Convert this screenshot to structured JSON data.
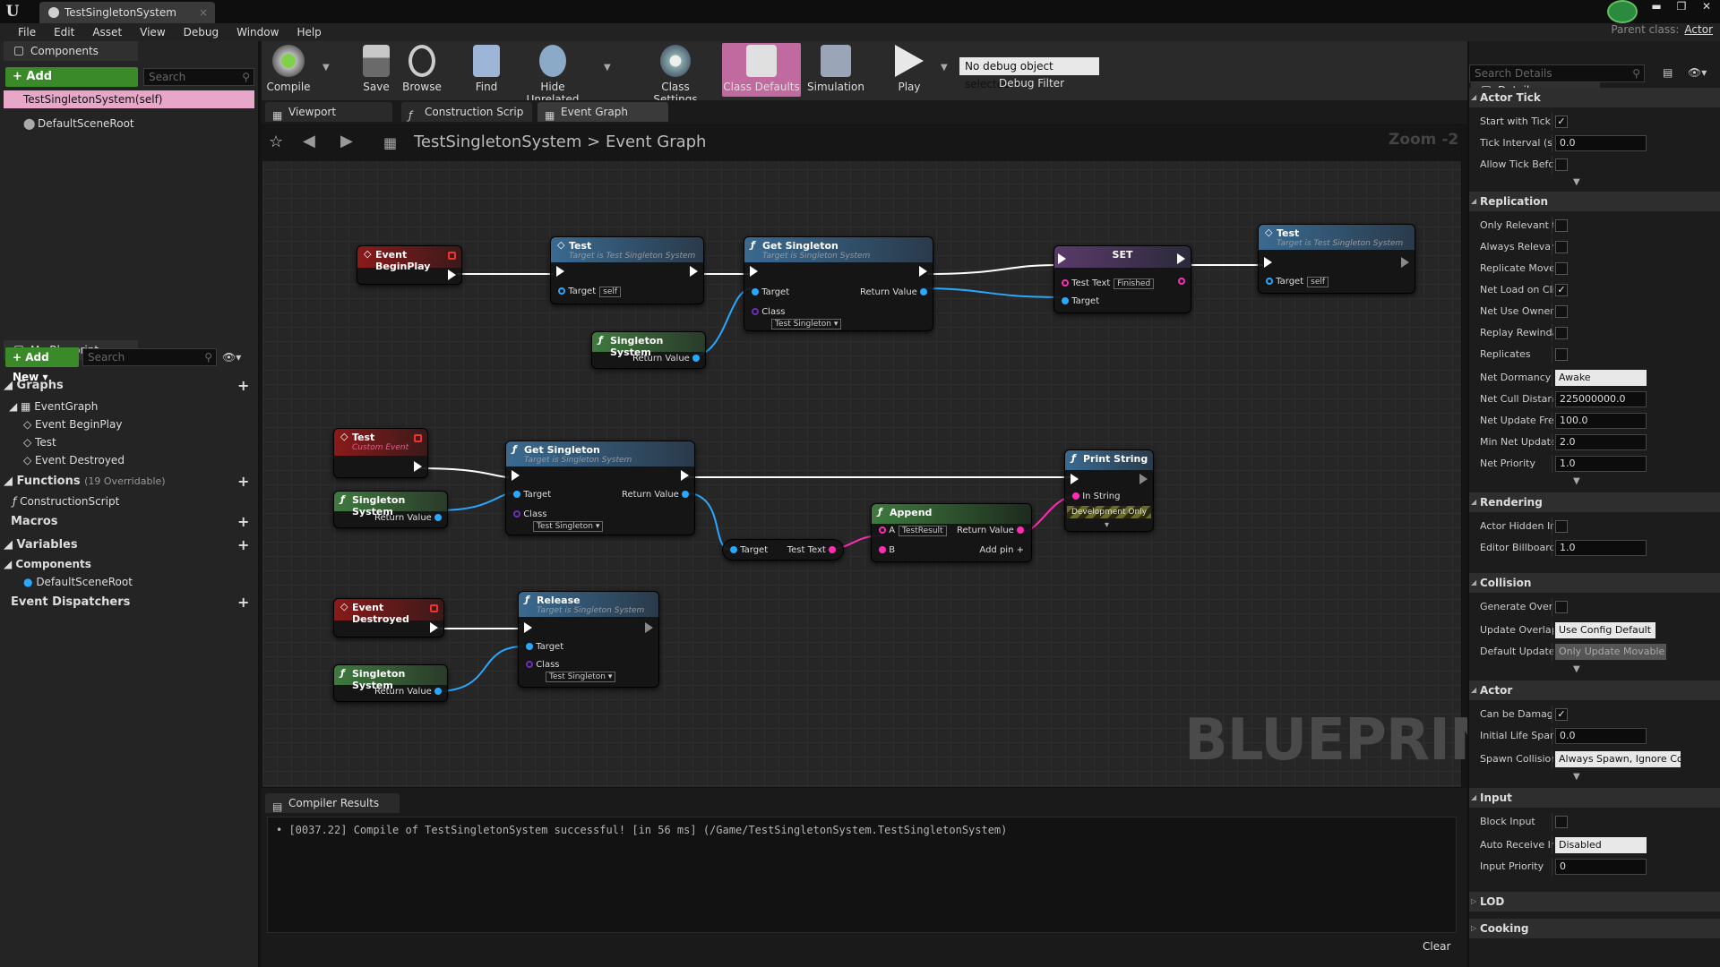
{
  "window": {
    "tab_title": "TestSingletonSystem",
    "parent_class_label": "Parent class:",
    "parent_class_value": "Actor",
    "controls": [
      "▬",
      "❐",
      "✕"
    ]
  },
  "menu": [
    "File",
    "Edit",
    "Asset",
    "View",
    "Debug",
    "Window",
    "Help"
  ],
  "components_panel": {
    "title": "Components",
    "add_button": "+ Add Component ▾",
    "search_placeholder": "Search",
    "items": [
      "TestSingletonSystem(self)",
      "DefaultSceneRoot"
    ]
  },
  "my_blueprint": {
    "title": "My Blueprint",
    "add_button": "+ Add New ▾",
    "search_placeholder": "Search",
    "graphs_label": "Graphs",
    "event_graph": "EventGraph",
    "graph_items": [
      "Event BeginPlay",
      "Test",
      "Event Destroyed"
    ],
    "functions_label": "Functions",
    "functions_count": "(19 Overridable)",
    "function_items": [
      "ConstructionScript"
    ],
    "macros_label": "Macros",
    "variables_label": "Variables",
    "components_label": "Components",
    "component_items": [
      "DefaultSceneRoot"
    ],
    "dispatchers_label": "Event Dispatchers"
  },
  "toolbar": {
    "compile": "Compile",
    "save": "Save",
    "browse": "Browse",
    "find": "Find",
    "hide_unrelated": "Hide Unrelated",
    "class_settings": "Class Settings",
    "class_defaults": "Class Defaults",
    "simulation": "Simulation",
    "play": "Play",
    "debug_select": "No debug object selected ▾",
    "debug_filter": "Debug Filter"
  },
  "graph_tabs": [
    "Viewport",
    "Construction Scrip",
    "Event Graph"
  ],
  "graph": {
    "breadcrumb_root": "TestSingletonSystem",
    "breadcrumb_sep": ">",
    "breadcrumb_leaf": "Event Graph",
    "zoom": "Zoom -2",
    "watermark": "BLUEPRINT"
  },
  "nodes": {
    "begin_play": "Event BeginPlay",
    "test1": {
      "title": "Test",
      "sub": "Target is Test Singleton System",
      "target": "Target",
      "self": "self"
    },
    "get_singleton1": {
      "title": "Get Singleton",
      "sub": "Target is Singleton System",
      "target": "Target",
      "ret": "Return Value",
      "class": "Class",
      "class_val": "Test Singleton ▾"
    },
    "singleton_sys1": {
      "title": "Singleton System",
      "ret": "Return Value"
    },
    "set": {
      "title": "SET",
      "test_text": "Test Text",
      "finished": "Finished",
      "target": "Target"
    },
    "test2": {
      "title": "Test",
      "sub": "Target is Test Singleton System",
      "target": "Target",
      "self": "self"
    },
    "custom_test": {
      "title": "Test",
      "sub": "Custom Event"
    },
    "singleton_sys2": {
      "title": "Singleton System",
      "ret": "Return Value"
    },
    "get_singleton2": {
      "title": "Get Singleton",
      "sub": "Target is Singleton System",
      "target": "Target",
      "ret": "Return Value",
      "class": "Class",
      "class_val": "Test Singleton ▾"
    },
    "get_text": {
      "target": "Target",
      "text": "Test Text"
    },
    "append": {
      "title": "Append",
      "a": "A",
      "a_val": "TestResult",
      "b": "B",
      "ret": "Return Value",
      "add_pin": "Add pin"
    },
    "print_string": {
      "title": "Print String",
      "in_string": "In String",
      "dev": "Development Only"
    },
    "destroyed": "Event Destroyed",
    "release": {
      "title": "Release",
      "sub": "Target is Singleton System",
      "target": "Target",
      "class": "Class",
      "class_val": "Test Singleton ▾"
    },
    "singleton_sys3": {
      "title": "Singleton System",
      "ret": "Return Value"
    }
  },
  "compiler": {
    "title": "Compiler Results",
    "message": "[0037.22] Compile of TestSingletonSystem successful! [in 56 ms] (/Game/TestSingletonSystem.TestSingletonSystem)",
    "clear": "Clear"
  },
  "details": {
    "title": "Details",
    "search_placeholder": "Search Details",
    "sections": {
      "actor_tick": "Actor Tick",
      "replication": "Replication",
      "rendering": "Rendering",
      "collision": "Collision",
      "actor": "Actor",
      "input": "Input",
      "lod": "LOD",
      "cooking": "Cooking"
    },
    "start_with_tick": {
      "label": "Start with Tick",
      "checked": true
    },
    "tick_interval": {
      "label": "Tick Interval (s",
      "value": "0.0"
    },
    "allow_tick_before": {
      "label": "Allow Tick Befc",
      "checked": false
    },
    "only_relevant": {
      "label": "Only Relevant t",
      "checked": false
    },
    "always_relevant": {
      "label": "Always Relevar",
      "checked": false
    },
    "replicate_movement": {
      "label": "Replicate Move",
      "checked": false
    },
    "net_load": {
      "label": "Net Load on Cli",
      "checked": true
    },
    "net_use_owner": {
      "label": "Net Use Owner",
      "checked": false
    },
    "replay_rewind": {
      "label": "Replay Rewinda",
      "checked": false
    },
    "replicates": {
      "label": "Replicates",
      "checked": false
    },
    "net_dormancy": {
      "label": "Net Dormancy",
      "value": "Awake"
    },
    "net_cull": {
      "label": "Net Cull Distan",
      "value": "225000000.0"
    },
    "net_update_freq": {
      "label": "Net Update Fre",
      "value": "100.0"
    },
    "min_net_update": {
      "label": "Min Net Update",
      "value": "2.0"
    },
    "net_priority": {
      "label": "Net Priority",
      "value": "1.0"
    },
    "actor_hidden": {
      "label": "Actor Hidden In",
      "checked": false
    },
    "editor_billboard": {
      "label": "Editor Billboard",
      "value": "1.0"
    },
    "generate_overlap": {
      "label": "Generate Overl",
      "checked": false
    },
    "update_overlap": {
      "label": "Update Overlap",
      "value": "Use Config Default"
    },
    "default_update": {
      "label": "Default Update",
      "value": "Only Update Movable"
    },
    "can_be_damaged": {
      "label": "Can be Damage",
      "checked": true
    },
    "initial_life": {
      "label": "Initial Life Spar",
      "value": "0.0"
    },
    "spawn_collision": {
      "label": "Spawn Collisior",
      "value": "Always Spawn, Ignore Co"
    },
    "block_input": {
      "label": "Block Input",
      "checked": false
    },
    "auto_receive": {
      "label": "Auto Receive Ir",
      "value": "Disabled"
    },
    "input_priority": {
      "label": "Input Priority",
      "value": "0"
    }
  }
}
